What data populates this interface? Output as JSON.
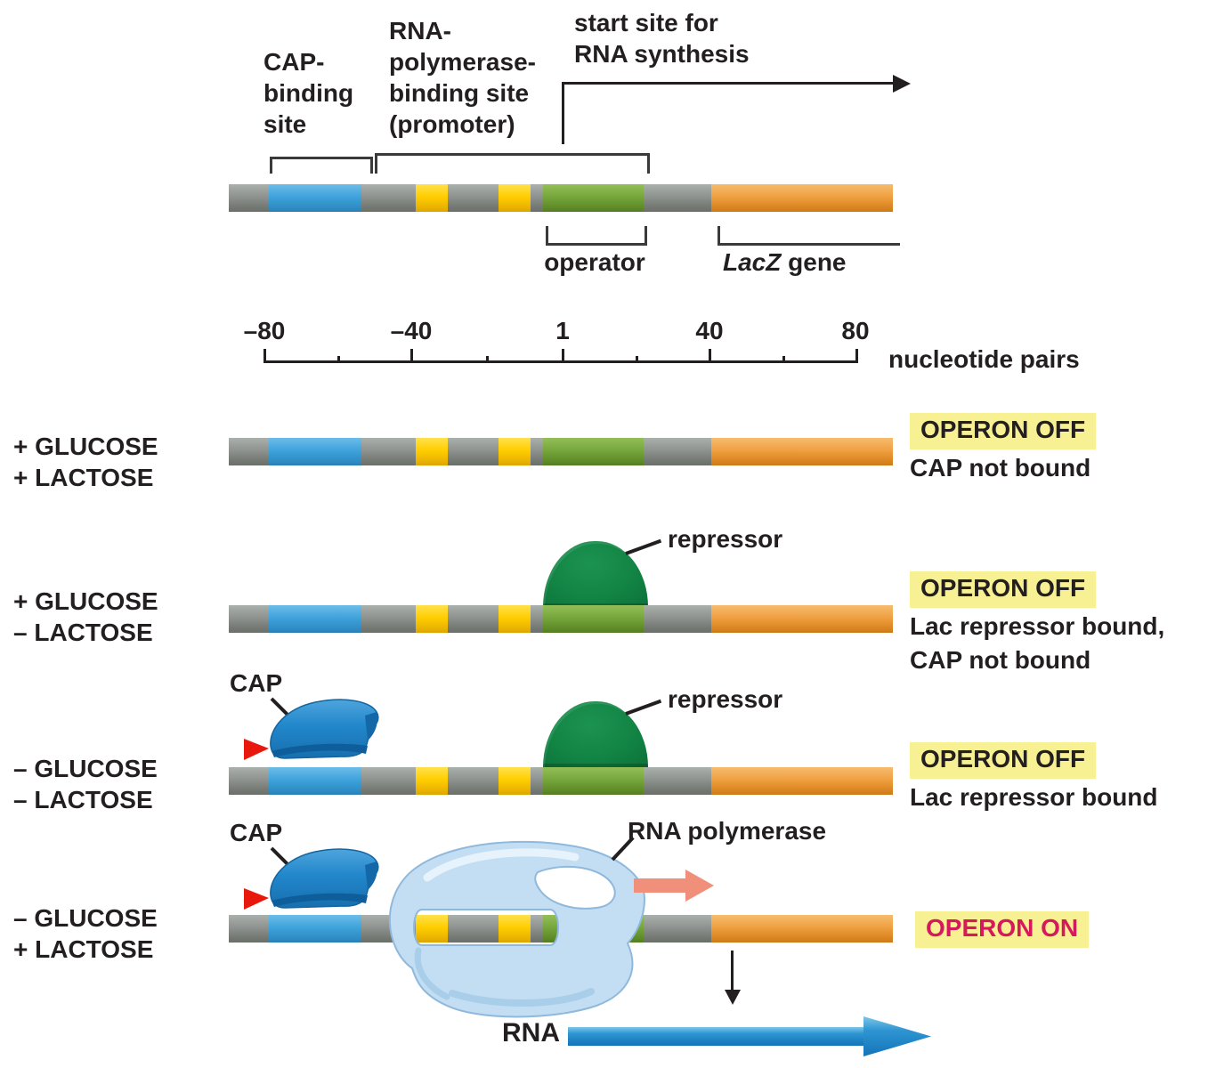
{
  "colors": {
    "dna_gray": "#8f938f",
    "dna_blue": "#3fa3dc",
    "dna_yellow": "#ffce00",
    "dna_green": "#76a73c",
    "dna_orange": "#f0a040",
    "highlight_yellow": "#f7f194",
    "operon_on_text": "#d6185c",
    "repressor_green": "#128444",
    "cap_blue": "#2187cb",
    "polymerase_light_blue": "#c3ddf2",
    "rna_arrow_blue": "#1a82c6",
    "transcription_arrow_pink": "#f0907a",
    "cap_pointer_red": "#e8190c",
    "text_black": "#231f20"
  },
  "annotations": {
    "cap_site": [
      "CAP-",
      "binding",
      "site"
    ],
    "promoter": [
      "RNA-",
      "polymerase-",
      "binding site",
      "(promoter)"
    ],
    "start_site": [
      "start site for",
      "RNA synthesis"
    ],
    "operator": "operator",
    "lacz_italic": "LacZ",
    "lacz_rest": " gene"
  },
  "scale": {
    "tick_labels": [
      "–80",
      "–40",
      "1",
      "40",
      "80"
    ],
    "unit": "nucleotide pairs"
  },
  "rows": [
    {
      "condition_line1": "+ GLUCOSE",
      "condition_line2": "+ LACTOSE",
      "status": "OPERON OFF",
      "note1": "CAP not bound"
    },
    {
      "condition_line1": "+ GLUCOSE",
      "condition_line2": "– LACTOSE",
      "status": "OPERON OFF",
      "note1": "Lac repressor bound,",
      "note2": "CAP not bound",
      "repressor_label": "repressor"
    },
    {
      "condition_line1": "– GLUCOSE",
      "condition_line2": "– LACTOSE",
      "status": "OPERON OFF",
      "note1": "Lac repressor bound",
      "repressor_label": "repressor",
      "cap_label": "CAP"
    },
    {
      "condition_line1": "– GLUCOSE",
      "condition_line2": "+ LACTOSE",
      "status": "OPERON ON",
      "cap_label": "CAP",
      "polymerase_label": "RNA polymerase",
      "rna_label": "RNA"
    }
  ],
  "dna_segments": [
    {
      "color": "gray",
      "from": 0,
      "to": 6.0
    },
    {
      "color": "blue",
      "from": 6.0,
      "to": 20.0
    },
    {
      "color": "gray",
      "from": 20.0,
      "to": 28.1
    },
    {
      "color": "yellow",
      "from": 28.1,
      "to": 33.0
    },
    {
      "color": "gray",
      "from": 33.0,
      "to": 40.6
    },
    {
      "color": "yellow",
      "from": 40.6,
      "to": 45.5
    },
    {
      "color": "gray",
      "from": 45.5,
      "to": 47.3
    },
    {
      "color": "green",
      "from": 47.3,
      "to": 62.5
    },
    {
      "color": "gray",
      "from": 62.5,
      "to": 72.7
    },
    {
      "color": "orange",
      "from": 72.7,
      "to": 100
    }
  ]
}
